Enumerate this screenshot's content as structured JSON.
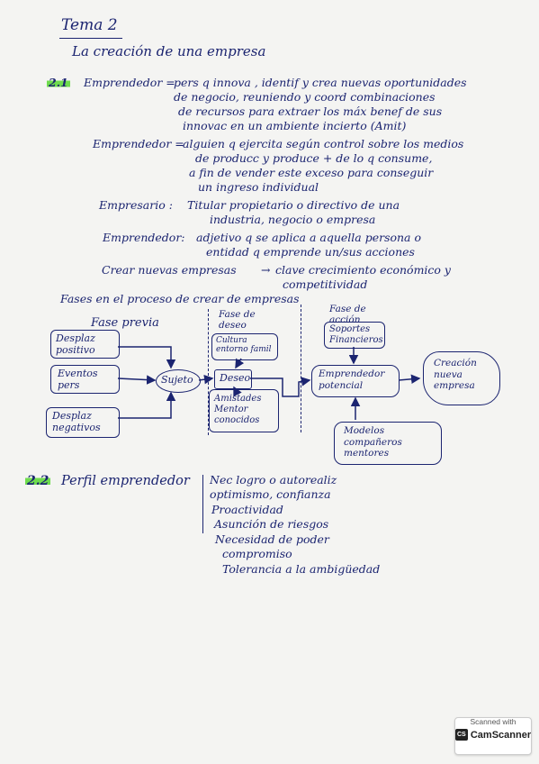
{
  "header": {
    "title": "Tema 2",
    "subtitle": "La creación de una empresa"
  },
  "section1": {
    "number": "2.1",
    "definitions": [
      {
        "term": "Emprendedor =",
        "lines": [
          "pers q innova , identif y crea nuevas oportunidades",
          "de negocio, reuniendo y coord combinaciones",
          "de recursos para extraer los máx benef de sus",
          "innovac en un ambiente incierto (Amit)"
        ]
      },
      {
        "term": "Emprendedor =",
        "lines": [
          "alguien q ejercita según control sobre los medios",
          "de producc y produce + de lo q consume,",
          "a fin de vender este exceso para conseguir",
          "un ingreso individual"
        ]
      },
      {
        "term": "Empresario :",
        "lines": [
          "Titular propietario o directivo de una",
          "industria, negocio o empresa"
        ]
      },
      {
        "term": "Emprendedor:",
        "lines": [
          "adjetivo q se aplica a aquella persona o",
          "entidad q emprende un/sus acciones"
        ]
      }
    ],
    "crear_line": {
      "left": "Crear nuevas empresas",
      "right1": "clave crecimiento económico y",
      "right2": "competitividad"
    },
    "phases_title": "Fases en el proceso de crear de empresas"
  },
  "diagram": {
    "phase_labels": [
      "Fase previa",
      "Fase de deseo",
      "Fase de acción"
    ],
    "previa_boxes": [
      "Desplaz positivo",
      "Eventos pers",
      "Desplaz negativos"
    ],
    "sujeto": "Sujeto",
    "deseo_boxes": {
      "cultura": "Cultura entorno famil",
      "deseo": "Deseo",
      "amistades": "Amistades Mentor conocidos"
    },
    "accion_boxes": {
      "soportes": "Soportes Financieros",
      "emprendedor": "Emprendedor potencial",
      "creacion": "Creación nueva empresa",
      "modelos": "Modelos compañeros mentores"
    }
  },
  "section2": {
    "number": "2.2",
    "title": "Perfil emprendedor",
    "traits": [
      "Nec logro o autorealiz",
      "optimismo, confianza",
      "Proactividad",
      "Asunción de riesgos",
      "Necesidad de poder",
      "compromiso",
      "Tolerancia a la ambigüedad"
    ]
  },
  "watermark": {
    "line1": "Scanned with",
    "logo": "CS",
    "brand": "CamScanner"
  }
}
